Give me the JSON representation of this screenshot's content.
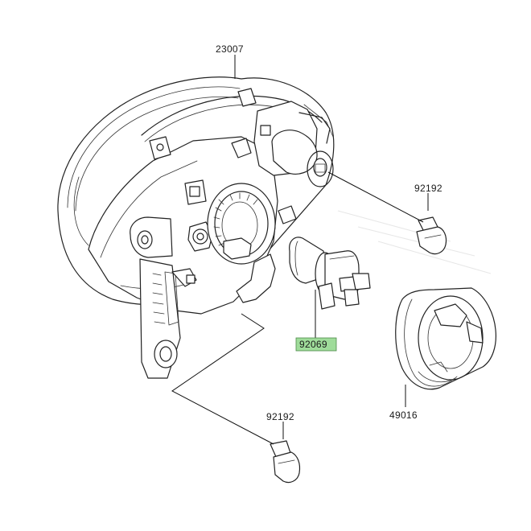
{
  "parts": [
    {
      "number": "23007"
    },
    {
      "number": "92192"
    },
    {
      "number": "92069",
      "highlighted": true
    },
    {
      "number": "49016"
    },
    {
      "number": "92192"
    }
  ],
  "colors": {
    "highlight": "#9fdc9a",
    "line": "#222222",
    "background": "#ffffff"
  }
}
